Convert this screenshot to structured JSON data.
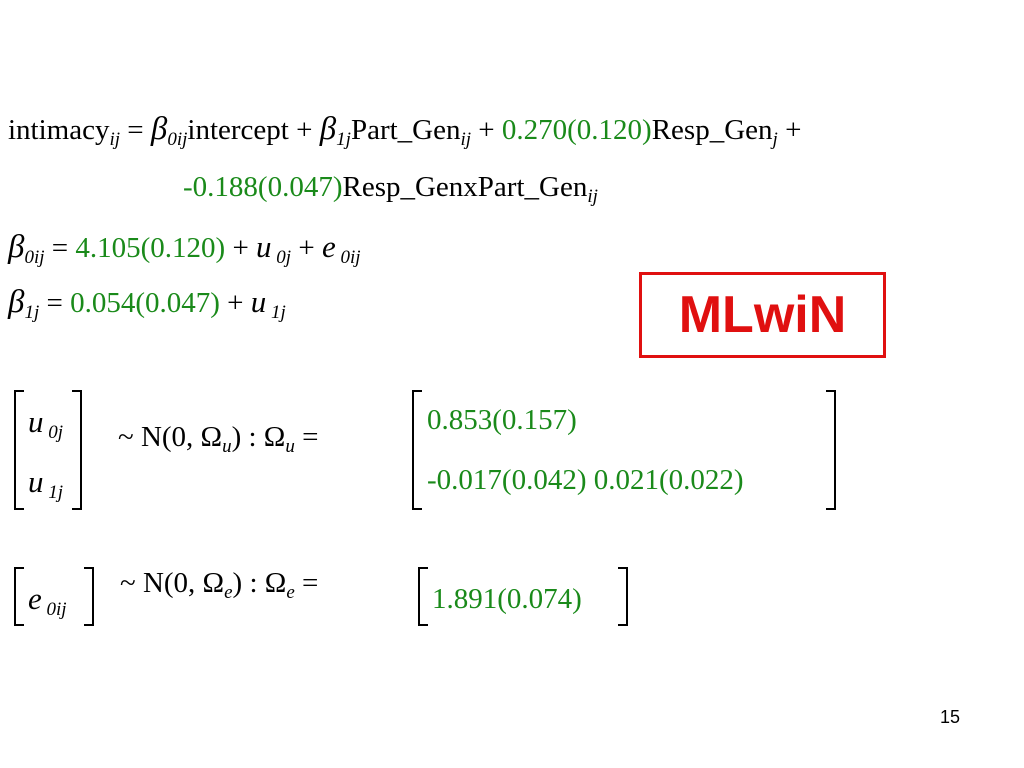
{
  "model": {
    "line1": {
      "lhs": "intimacy",
      "lhs_sub": "ij",
      "eq": " = ",
      "beta": "β",
      "b0_sub": "0ij",
      "t1": "intercept + ",
      "b1_sub": "1j",
      "t2": "Part_Gen",
      "t2_sub": "ij",
      "plus": " + ",
      "coef": "0.270(0.120)",
      "t3": "Resp_Gen",
      "t3_sub": "j",
      "tail": " +"
    },
    "line2": {
      "coef": "-0.188(0.047)",
      "t": "Resp_GenxPart_Gen",
      "t_sub": "ij"
    },
    "beta0": {
      "beta": "β",
      "sub": "0ij",
      "eq": " = ",
      "coef": "4.105(0.120)",
      "plus": " + ",
      "u": "u",
      "u_sub": " 0j",
      "plus2": " + ",
      "e": "e",
      "e_sub": " 0ij"
    },
    "beta1": {
      "beta": "β",
      "sub": "1j",
      "eq": " = ",
      "coef": "0.054(0.047)",
      "plus": " + ",
      "u": "u",
      "u_sub": " 1j"
    }
  },
  "random_u": {
    "vec": [
      {
        "sym": "u",
        "sub": " 0j"
      },
      {
        "sym": "u",
        "sub": " 1j"
      }
    ],
    "dist": "~ N(0,  Ω",
    "dist_sub": "u",
    "close": ")  :  Ω",
    "omega_sub": "u",
    "eq": " =",
    "row1": "0.853(0.157)",
    "row2": "-0.017(0.042)  0.021(0.022)"
  },
  "random_e": {
    "sym": "e",
    "sub": " 0ij",
    "dist": "~ N(0,  Ω",
    "dist_sub": "e",
    "close": ")  :  Ω",
    "omega_sub": "e",
    "eq": " =",
    "value": "1.891(0.074)"
  },
  "badge": "MLwiN",
  "page_number": "15",
  "colors": {
    "coefficient": "#1a8a1a",
    "badge": "#e01010"
  }
}
